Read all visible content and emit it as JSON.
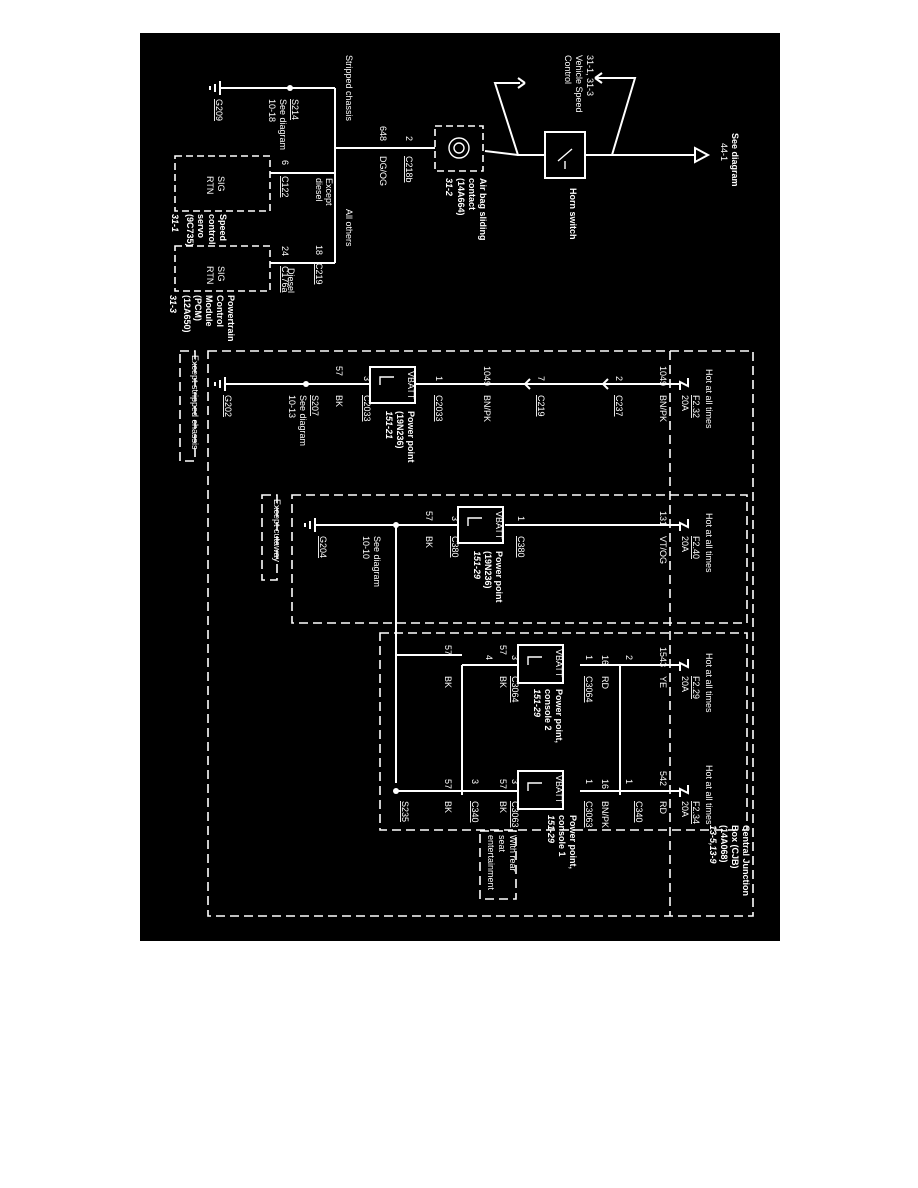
{
  "colors": {
    "page_background": "#ffffff",
    "panel_background": "#000000",
    "line": "#ffffff"
  },
  "top": {
    "see_diagram": "See diagram",
    "see_diagram_ref": "44-1",
    "vehicle_speed_ref": "31-1, 31-3",
    "vehicle_speed_1": "Vehicle Speed",
    "vehicle_speed_2": "Control",
    "horn_switch": "Horn switch",
    "airbag_1": "Air bag sliding",
    "airbag_2": "contact",
    "airbag_3": "(14A664)",
    "airbag_ref": "31-2",
    "stripped_chassis": "Stripped chassis",
    "all_others": "All others",
    "except_diesel_1": "Except",
    "except_diesel_2": "diesel",
    "diesel": "Diesel",
    "c218b": "C218b",
    "c218b_pin": "2",
    "wire_648": "648",
    "wire_dgog": "DG/OG",
    "c219": "C219",
    "c219_pin": "18",
    "s214": "S214",
    "see_diagram_s214": "See diagram",
    "s214_ref": "10-18",
    "g209": "G209",
    "c122": "C122",
    "c122_pin": "6",
    "c176a": "C176a",
    "c176a_pin": "24",
    "sig_rtn_1": "SIG",
    "sig_rtn_2": "RTN",
    "speed_1": "Speed",
    "speed_2": "control",
    "speed_3": "servo",
    "speed_4": "(9C735)",
    "speed_ref": "31-1",
    "pcm_1": "Powertrain",
    "pcm_2": "Control",
    "pcm_3": "Module",
    "pcm_4": "(PCM)",
    "pcm_5": "(12A650)",
    "pcm_ref": "31-3"
  },
  "bottom": {
    "hot_at_all_times": "Hot at all times",
    "cjb_1": "Central Junction",
    "cjb_2": "Box (CJB)",
    "cjb_3": "(14A068)",
    "cjb_ref": "13-5,13-9",
    "vbatt": "VBATT",
    "pp1": {
      "fuse": "F2.32",
      "amp": "20A",
      "wire1": "1049",
      "color1": "BN/PK",
      "c237": "C237",
      "c237_pin": "2",
      "c219": "C219",
      "c219_pin": "7",
      "wire2": "1049",
      "color2": "BN/PK",
      "conn": "C2033",
      "pin1": "1",
      "pin3": "3",
      "label_1": "Power point",
      "label_2": "(19N236)",
      "label_ref": "151-21",
      "wire3": "57",
      "color3": "BK",
      "splice": "S207",
      "see_diagram": "See diagram",
      "splice_ref": "10-13",
      "ground": "G202",
      "note": "Except stripped chassis"
    },
    "pp2": {
      "fuse": "F2.40",
      "amp": "20A",
      "wire1": "131",
      "color1": "VT/OG",
      "conn": "C380",
      "conn_b": "C380",
      "pin1": "1",
      "pin3": "3",
      "label_1": "Power point",
      "label_2": "(19N236)",
      "label_ref": "151-29",
      "wire3": "57",
      "color3": "BK",
      "see_diagram": "See diagram",
      "ground_ref": "10-10",
      "ground": "G204",
      "note": "Except cutaway"
    },
    "pp3": {
      "fuse": "F2.29",
      "amp": "20A",
      "wire1": "1543",
      "color1": "YE",
      "pin_c340": "2",
      "wire2": "16",
      "color2": "RD",
      "conn": "C3064",
      "pin1": "1",
      "conn_b": "C3064",
      "pin3": "3",
      "wire3": "57",
      "color3": "BK",
      "pin4": "4",
      "wire4": "57",
      "color4": "BK",
      "label_1": "Power point,",
      "label_2": "console 2",
      "label_ref": "151-29"
    },
    "pp4": {
      "fuse": "F2.34",
      "amp": "20A",
      "wire1": "542",
      "color1": "RD",
      "c340": "C340",
      "c340_pin": "1",
      "wire2": "16",
      "color2": "BN/PK",
      "conn": "C3063",
      "pin1": "1",
      "conn_b": "C3063",
      "pin3": "3",
      "wire3": "57",
      "color3": "BK",
      "c340b": "C340",
      "c340b_pin": "3",
      "wire4": "57",
      "color4": "BK",
      "splice": "S235",
      "label_1": "Power point,",
      "label_2": "console 1",
      "label_ref": "151-29",
      "note_1": "With rear",
      "note_2": "seat",
      "note_3": "entertainment"
    }
  }
}
